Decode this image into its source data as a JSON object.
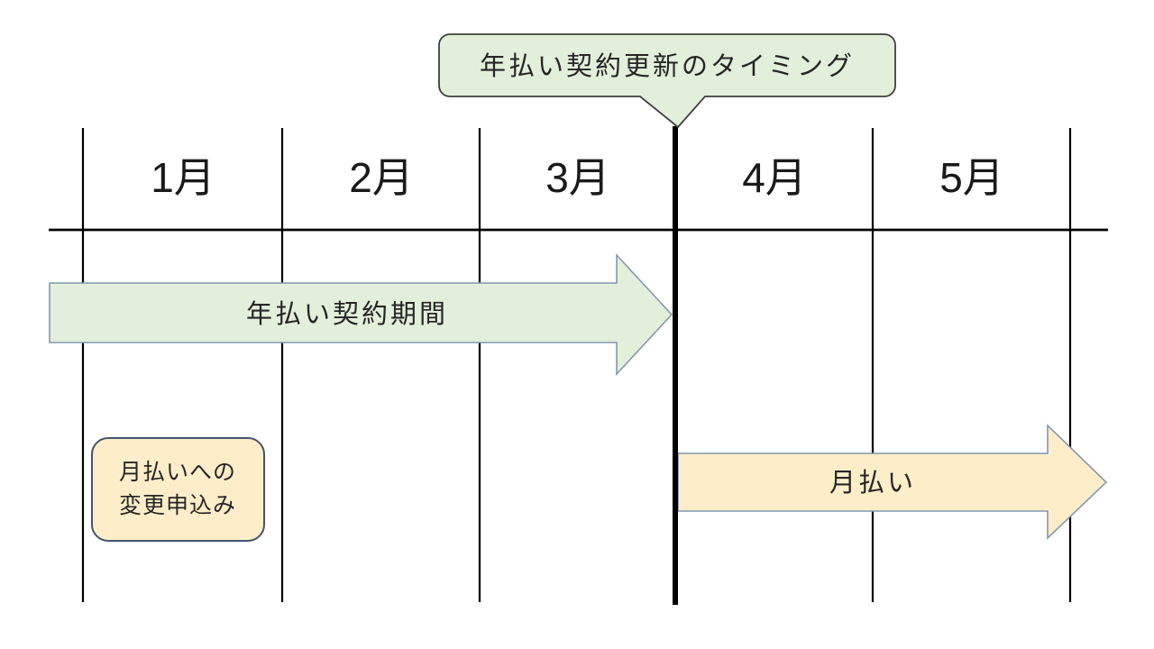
{
  "callout": {
    "text": "年払い契約更新のタイミング"
  },
  "months": [
    "1月",
    "2月",
    "3月",
    "4月",
    "5月"
  ],
  "green_arrow": {
    "label": "年払い契約期間"
  },
  "yellow_arrow": {
    "label": "月払い"
  },
  "note_box": {
    "line1": "月払いへの",
    "line2": "変更申込み"
  },
  "colors": {
    "green_fill": "#e2efda",
    "cream_fill": "#fdeec9",
    "arrow_border": "#8497b0",
    "box_border": "#44546a",
    "callout_border": "#3f3f3f",
    "grid_line": "#000000",
    "text": "#262626"
  }
}
